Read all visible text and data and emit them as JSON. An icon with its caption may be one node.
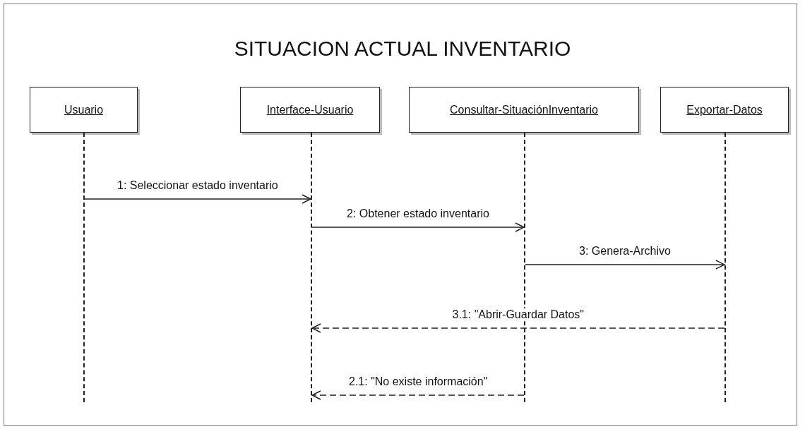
{
  "diagram": {
    "title": "SITUACION ACTUAL INVENTARIO",
    "nodes": [
      {
        "text": [
          "Usuario"
        ]
      },
      {
        "text": [
          "Interface-Usuario"
        ]
      },
      {
        "text": [
          "Consultar-SituaciónInventario"
        ]
      },
      {
        "text": [
          "Exportar-Datos"
        ]
      },
      {
        "text": [],
        "shape": "line"
      },
      {
        "text": [],
        "shape": "line"
      },
      {
        "text": [],
        "shape": "line"
      },
      {
        "text": [],
        "shape": "line"
      }
    ],
    "edges": [
      {
        "from": 4,
        "to": 5,
        "arrow": "to",
        "label": "1: Seleccionar estado inventario"
      },
      {
        "from": 5,
        "to": 6,
        "arrow": "to",
        "label": "2: Obtener estado inventario"
      },
      {
        "from": 6,
        "to": 7,
        "arrow": "to",
        "label": "3: Genera-Archivo"
      },
      {
        "from": 7,
        "to": 5,
        "arrow": "to",
        "label": "3.1: \"Abrir-Guardar Datos\"",
        "style": "dashed"
      },
      {
        "from": 6,
        "to": 5,
        "arrow": "to",
        "label": "2.1: \"No existe información\"",
        "style": "dashed"
      }
    ]
  }
}
